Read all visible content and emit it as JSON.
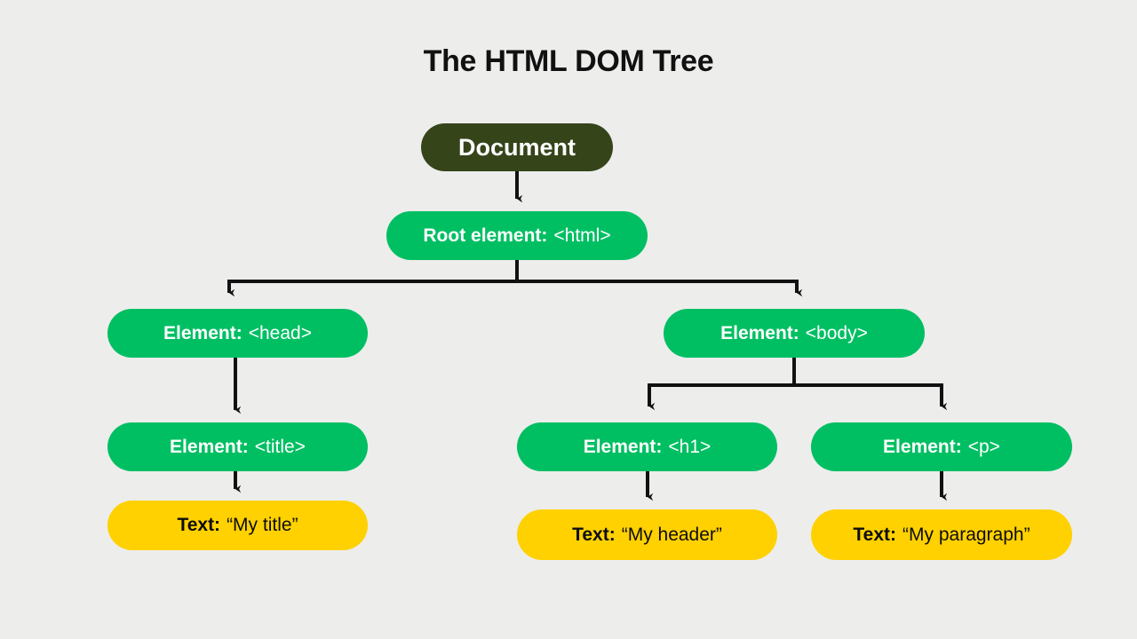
{
  "page": {
    "title": "The HTML DOM Tree",
    "background_color": "#ededec"
  },
  "colors": {
    "document_node": "#36441a",
    "element_node": "#00bf63",
    "text_node": "#ffd100",
    "connector": "#111111",
    "node_text_light": "#ffffff",
    "node_text_dark": "#0d0d0d",
    "title_text": "#111111"
  },
  "diagram": {
    "type": "tree",
    "nodes": [
      {
        "id": "document",
        "kind": "document",
        "label": "Document",
        "value": "",
        "color": "#36441a"
      },
      {
        "id": "html",
        "kind": "element",
        "label": "Root element:",
        "value": "<html>",
        "color": "#00bf63"
      },
      {
        "id": "head",
        "kind": "element",
        "label": "Element:",
        "value": "<head>",
        "color": "#00bf63"
      },
      {
        "id": "body",
        "kind": "element",
        "label": "Element:",
        "value": "<body>",
        "color": "#00bf63"
      },
      {
        "id": "title",
        "kind": "element",
        "label": "Element:",
        "value": "<title>",
        "color": "#00bf63"
      },
      {
        "id": "h1",
        "kind": "element",
        "label": "Element:",
        "value": "<h1>",
        "color": "#00bf63"
      },
      {
        "id": "p",
        "kind": "element",
        "label": "Element:",
        "value": "<p>",
        "color": "#00bf63"
      },
      {
        "id": "text-title",
        "kind": "text",
        "label": "Text:",
        "value": "“My title”",
        "color": "#ffd100"
      },
      {
        "id": "text-header",
        "kind": "text",
        "label": "Text:",
        "value": "“My header”",
        "color": "#ffd100"
      },
      {
        "id": "text-paragraph",
        "kind": "text",
        "label": "Text:",
        "value": "“My paragraph”",
        "color": "#ffd100"
      }
    ],
    "edges": [
      {
        "from": "document",
        "to": "html",
        "style": "straight-arrow"
      },
      {
        "from": "html",
        "to": "head",
        "style": "elbow-arrow"
      },
      {
        "from": "html",
        "to": "body",
        "style": "elbow-arrow"
      },
      {
        "from": "head",
        "to": "title",
        "style": "straight-arrow"
      },
      {
        "from": "title",
        "to": "text-title",
        "style": "straight-arrow"
      },
      {
        "from": "body",
        "to": "h1",
        "style": "elbow-arrow"
      },
      {
        "from": "body",
        "to": "p",
        "style": "elbow-arrow"
      },
      {
        "from": "h1",
        "to": "text-header",
        "style": "straight-arrow"
      },
      {
        "from": "p",
        "to": "text-paragraph",
        "style": "straight-arrow"
      }
    ]
  }
}
